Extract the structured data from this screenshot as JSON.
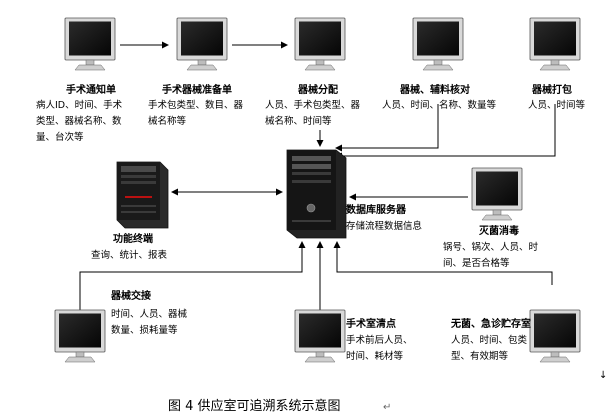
{
  "caption": "图 4 供应室可追溯系统示意图",
  "caption_mark": "↵",
  "corner_mark": "↓",
  "nodes": {
    "notice": {
      "title": "手术通知单",
      "desc": [
        "病人ID、时间、手术",
        "类型、器械名称、数",
        "量、台次等"
      ]
    },
    "prep": {
      "title": "手术器械准备单",
      "desc": [
        "手术包类型、数目、器",
        "械名称等"
      ]
    },
    "dist": {
      "title": "器械分配",
      "desc": [
        "人员、手术包类型、器",
        "械名称、时间等"
      ]
    },
    "check": {
      "title": "器械、辅料核对",
      "desc": [
        "人员、时间、名称、数量等"
      ]
    },
    "pack": {
      "title": "器械打包",
      "desc": [
        "人员、时间等"
      ]
    },
    "terminal": {
      "title": "功能终端",
      "desc": [
        "查询、统计、报表"
      ]
    },
    "server": {
      "title": "数据库服务器",
      "desc": [
        "存储流程数据信息"
      ]
    },
    "sterile": {
      "title": "灭菌消毒",
      "desc": [
        "锅号、锅次、人员、时",
        "间、是否合格等"
      ]
    },
    "handover": {
      "title": "器械交接",
      "desc": [
        "时间、人员、器械",
        "数量、损耗量等"
      ]
    },
    "clean": {
      "title": "手术室清点",
      "desc": [
        "手术前后人员、",
        "时间、耗材等"
      ]
    },
    "storage": {
      "title": "无菌、急诊贮存室",
      "desc": [
        "人员、时间、包类",
        "型、有效期等"
      ]
    }
  }
}
